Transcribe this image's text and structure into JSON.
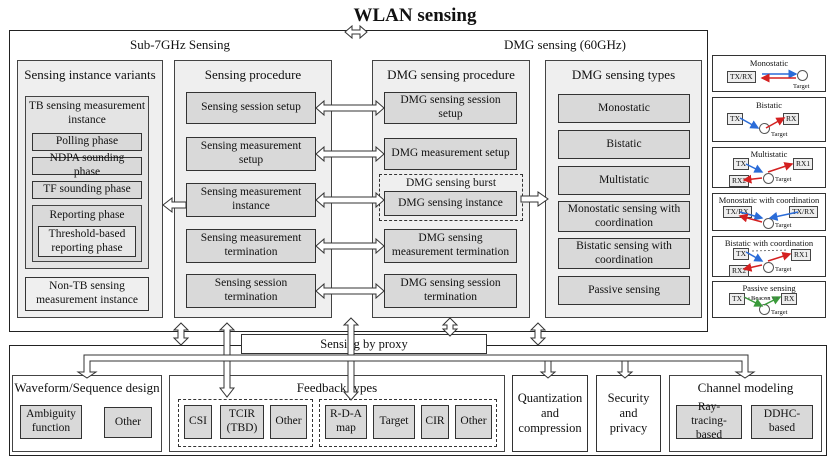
{
  "title": "WLAN sensing",
  "sub7": {
    "header": "Sub-7GHz Sensing",
    "variants": {
      "header": "Sensing instance variants",
      "tb_header": "TB sensing measurement instance",
      "polling": "Polling phase",
      "ndpa": "NDPA sounding phase",
      "tf": "TF sounding phase",
      "reporting": "Reporting phase",
      "threshold": "Threshold-based reporting phase",
      "non_tb": "Non-TB sensing measurement instance"
    },
    "procedure": {
      "header": "Sensing procedure",
      "steps": [
        "Sensing session setup",
        "Sensing measurement setup",
        "Sensing measurement instance",
        "Sensing measurement termination",
        "Sensing session termination"
      ]
    }
  },
  "dmg": {
    "header": "DMG sensing (60GHz)",
    "procedure": {
      "header": "DMG sensing procedure",
      "steps": [
        "DMG sensing session setup",
        "DMG measurement setup",
        "DMG sensing instance",
        "DMG sensing measurement termination",
        "DMG sensing session termination"
      ],
      "burst": "DMG sensing burst"
    },
    "types": {
      "header": "DMG sensing types",
      "items": [
        "Monostatic",
        "Bistatic",
        "Multistatic",
        "Monostatic sensing with coordination",
        "Bistatic sensing with coordination",
        "Passive sensing"
      ]
    }
  },
  "diagrams": {
    "monostatic": {
      "title": "Monostatic",
      "txrx": "TX/RX",
      "target": "Target"
    },
    "bistatic": {
      "title": "Bistatic",
      "tx": "TX",
      "rx": "RX",
      "target": "Target"
    },
    "multistatic": {
      "title": "Multistatic",
      "tx": "TX",
      "rx1": "RX1",
      "rx2": "RX2",
      "target": "Target"
    },
    "mono_coord": {
      "title": "Monostatic with coordination",
      "a": "TX/RX",
      "b": "TX/RX",
      "target": "Target"
    },
    "bi_coord": {
      "title": "Bistatic with coordination",
      "tx": "TX",
      "rx1": "RX1",
      "rx2": "RX2",
      "target": "Target"
    },
    "passive": {
      "title": "Passive sensing",
      "tx": "TX",
      "rx": "RX",
      "beacon": "Beacon",
      "target": "Target"
    }
  },
  "proxy": "Sensing by proxy",
  "waveform": {
    "header": "Waveform/Sequence design",
    "ambiguity": "Ambiguity function",
    "other": "Other"
  },
  "feedback": {
    "header": "Feedback types",
    "group1": [
      "CSI",
      "TCIR (TBD)",
      "Other"
    ],
    "group2": [
      "R-D-A map",
      "Target",
      "CIR",
      "Other"
    ]
  },
  "quantization": "Quantization and compression",
  "security": "Security and privacy",
  "channel": {
    "header": "Channel modeling",
    "ray": "Ray-tracing-based",
    "ddhc": "DDHC-based"
  }
}
